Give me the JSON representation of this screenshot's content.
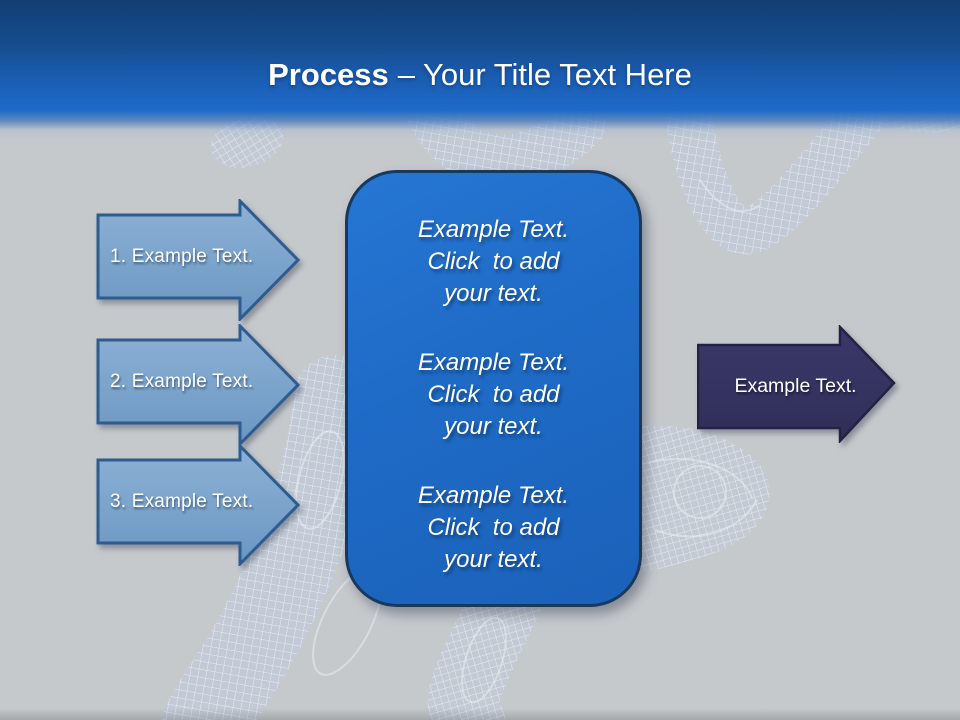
{
  "slide": {
    "title": {
      "bold": "Process",
      "rest": "– Your Title Text Here"
    },
    "background_color": "#c6c9cc",
    "header": {
      "top_color": "#123e72",
      "bottom_color": "#1e6ac7"
    },
    "background_art": "wireframe-runner-mesh",
    "mesh_color": "#dce9f8"
  },
  "process_steps": [
    {
      "label": "1. Example Text."
    },
    {
      "label": "2. Example Text."
    },
    {
      "label": "3. Example Text."
    }
  ],
  "step_arrow_style": {
    "fill_top": "#8db0d5",
    "fill_bottom": "#6b96c3",
    "border_color": "#2e5c8e"
  },
  "detail_card": {
    "fill_color": "#1e6bc6",
    "border_color": "#17395e",
    "blocks": [
      {
        "text": "Example Text.\nClick  to add\nyour text."
      },
      {
        "text": "Example Text.\nClick  to add\nyour text."
      },
      {
        "text": "Example Text.\nClick  to add\nyour text."
      }
    ]
  },
  "output_arrow": {
    "label": "Example Text.",
    "fill_color": "#343260",
    "border_color": "#232244"
  }
}
